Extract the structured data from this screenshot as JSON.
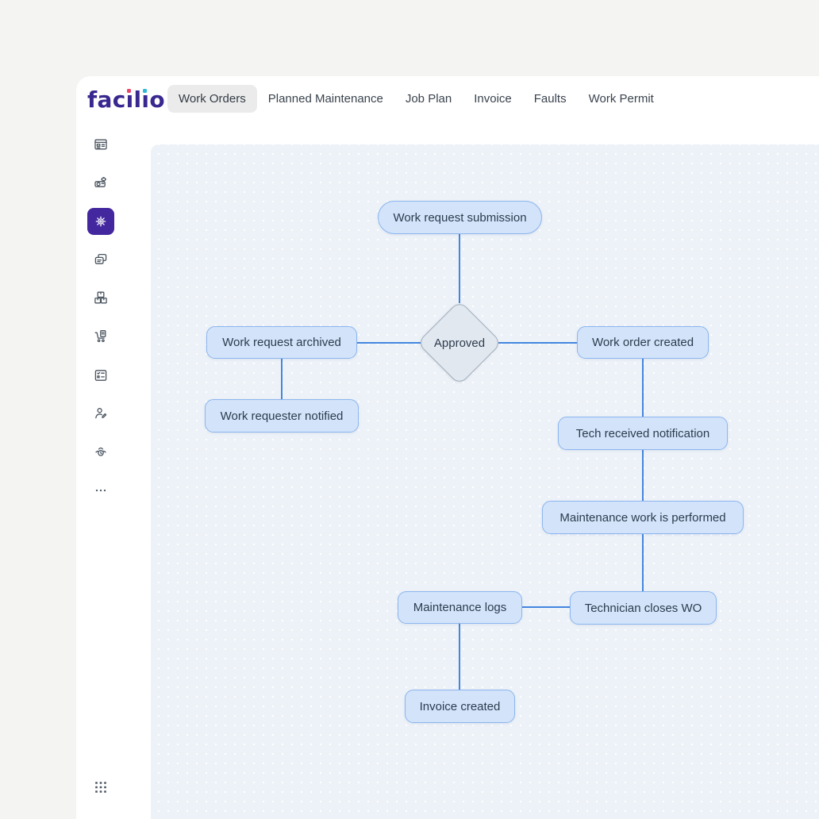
{
  "header": {
    "logo_text": "facilio",
    "logo_color": "#38288f",
    "logo_dot_colors": [
      "#e8476b",
      "#2fb9d4"
    ],
    "tabs": [
      {
        "label": "Work Orders",
        "selected": true
      },
      {
        "label": "Planned Maintenance",
        "selected": false
      },
      {
        "label": "Job Plan",
        "selected": false
      },
      {
        "label": "Invoice",
        "selected": false
      },
      {
        "label": "Faults",
        "selected": false
      },
      {
        "label": "Work Permit",
        "selected": false
      }
    ]
  },
  "sidebar": {
    "active_color": "#43279e",
    "items": [
      {
        "name": "dashboard",
        "icon": "browser-window-icon",
        "active": false
      },
      {
        "name": "assets",
        "icon": "equipment-gear-icon",
        "active": false
      },
      {
        "name": "work-orders",
        "icon": "gear-cog-icon",
        "active": true
      },
      {
        "name": "requests",
        "icon": "chat-cards-icon",
        "active": false
      },
      {
        "name": "inventory",
        "icon": "stacked-boxes-icon",
        "active": false
      },
      {
        "name": "procurement",
        "icon": "cart-document-icon",
        "active": false
      },
      {
        "name": "checklist",
        "icon": "checklist-icon",
        "active": false
      },
      {
        "name": "people",
        "icon": "person-edit-icon",
        "active": false
      },
      {
        "name": "meters",
        "icon": "gauge-icon",
        "active": false
      },
      {
        "name": "more",
        "icon": "ellipsis-icon",
        "active": false
      }
    ],
    "bottom": {
      "name": "apps",
      "icon": "app-grid-icon"
    }
  },
  "flowchart": {
    "canvas_bg": "#edf2f8",
    "node_fill": "#d3e4fa",
    "node_border": "#8cb5ef",
    "decision_fill": "#e2e8ef",
    "decision_border": "#a3aebc",
    "connector_color": "#4286df",
    "nodes": {
      "work_request_submission": "Work request submission",
      "approved": "Approved",
      "work_request_archived": "Work request archived",
      "work_requester_notified": "Work requester notified",
      "work_order_created": "Work order created",
      "tech_received_notification": "Tech received notification",
      "maintenance_work_performed": "Maintenance work is performed",
      "maintenance_logs": "Maintenance logs",
      "technician_closes_wo": "Technician closes WO",
      "invoice_created": "Invoice created"
    },
    "edges": [
      {
        "from": "work_request_submission",
        "to": "approved"
      },
      {
        "from": "approved",
        "to": "work_request_archived"
      },
      {
        "from": "approved",
        "to": "work_order_created"
      },
      {
        "from": "work_request_archived",
        "to": "work_requester_notified"
      },
      {
        "from": "work_order_created",
        "to": "tech_received_notification"
      },
      {
        "from": "tech_received_notification",
        "to": "maintenance_work_performed"
      },
      {
        "from": "maintenance_work_performed",
        "to": "technician_closes_wo"
      },
      {
        "from": "maintenance_logs",
        "to": "technician_closes_wo"
      },
      {
        "from": "maintenance_logs",
        "to": "invoice_created"
      }
    ]
  }
}
